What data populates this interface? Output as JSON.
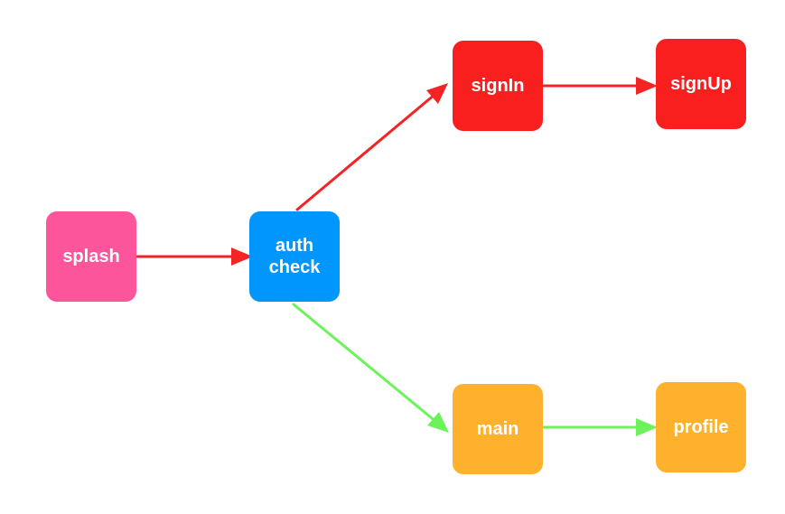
{
  "nodes": {
    "splash": {
      "label": "splash",
      "color": "#fc559b"
    },
    "auth": {
      "label": "auth\ncheck",
      "color": "#0096fc"
    },
    "signin": {
      "label": "signIn",
      "color": "#f91f1f"
    },
    "signup": {
      "label": "signUp",
      "color": "#f91f1f"
    },
    "main": {
      "label": "main",
      "color": "#fdb12c"
    },
    "profile": {
      "label": "profile",
      "color": "#fdb12c"
    }
  },
  "edges": [
    {
      "from": "splash",
      "to": "auth",
      "color": "#f42424"
    },
    {
      "from": "auth",
      "to": "signin",
      "color": "#f42424"
    },
    {
      "from": "signin",
      "to": "signup",
      "color": "#f42424"
    },
    {
      "from": "auth",
      "to": "main",
      "color": "#6cf35a"
    },
    {
      "from": "main",
      "to": "profile",
      "color": "#6cf35a"
    }
  ]
}
